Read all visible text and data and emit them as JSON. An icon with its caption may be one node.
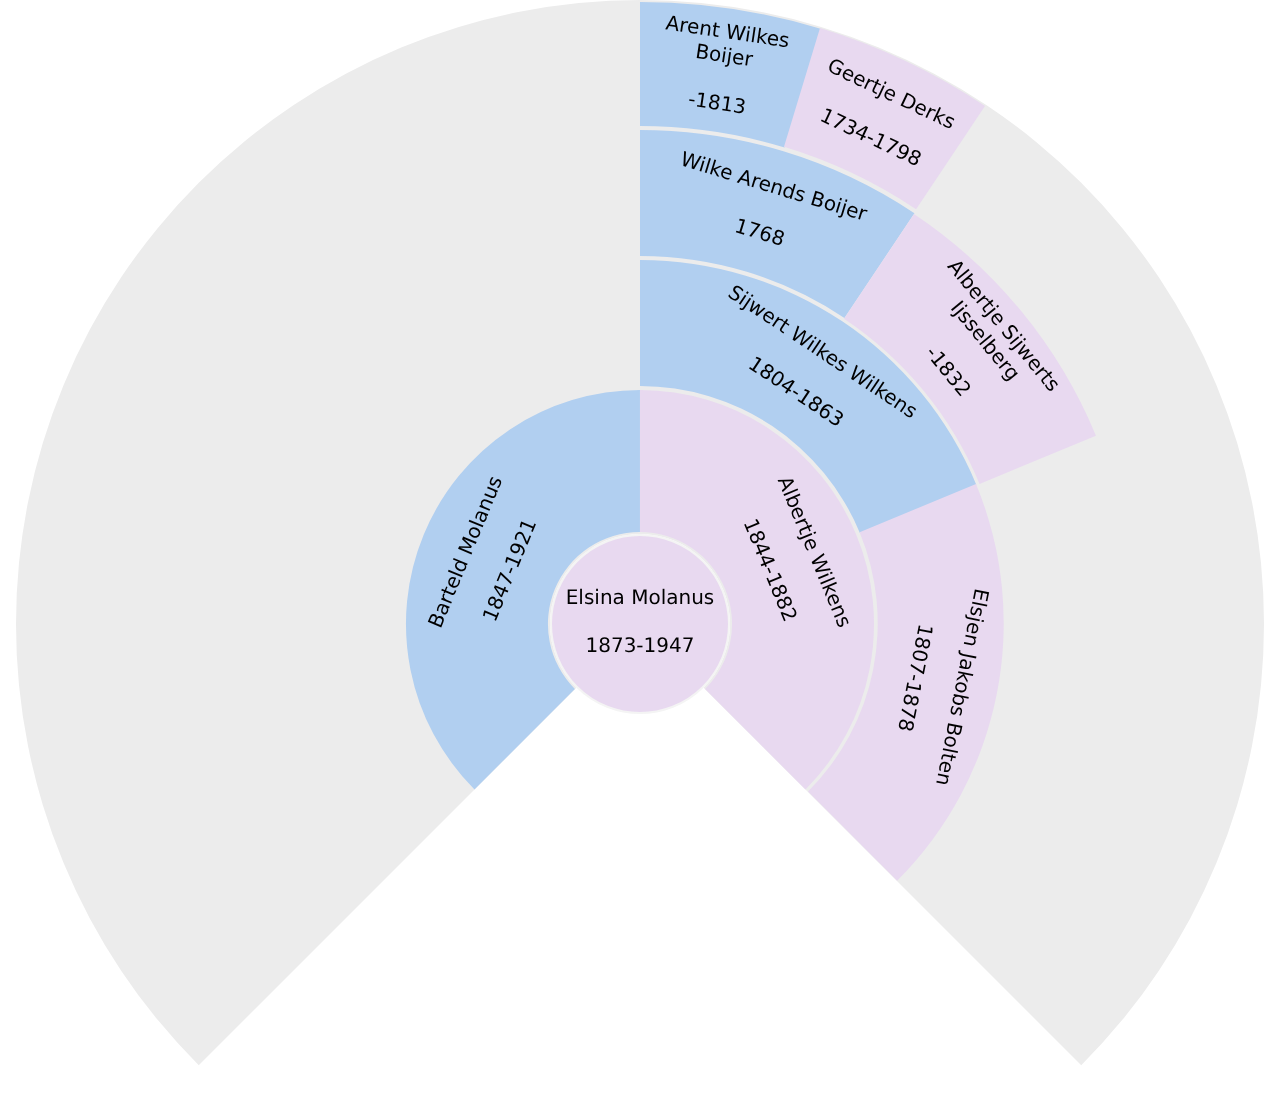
{
  "diagram": {
    "nodes": [
      {
        "text": [
          "Elsina Molanus",
          "1873-1947"
        ]
      },
      {
        "text": [
          "Barteld Molanus",
          "1847-1921"
        ]
      },
      {
        "text": [
          "Albertje Wilkens",
          "1844-1882"
        ]
      },
      {
        "text": [
          "Sijwert Wilkes Wilkens",
          "1804-1863"
        ]
      },
      {
        "text": [
          "Elsjen Jakobs Bolten",
          "1807-1878"
        ]
      },
      {
        "text": [
          "Wilke Arends Boijer",
          "1768"
        ]
      },
      {
        "text": [
          "Albertje Sijwerts Ijsselberg",
          "-1832"
        ]
      },
      {
        "text": [
          "Arent Wilkes Boijer",
          "-1813"
        ]
      },
      {
        "text": [
          "Geertje Derks",
          "1734-1798"
        ]
      }
    ]
  }
}
